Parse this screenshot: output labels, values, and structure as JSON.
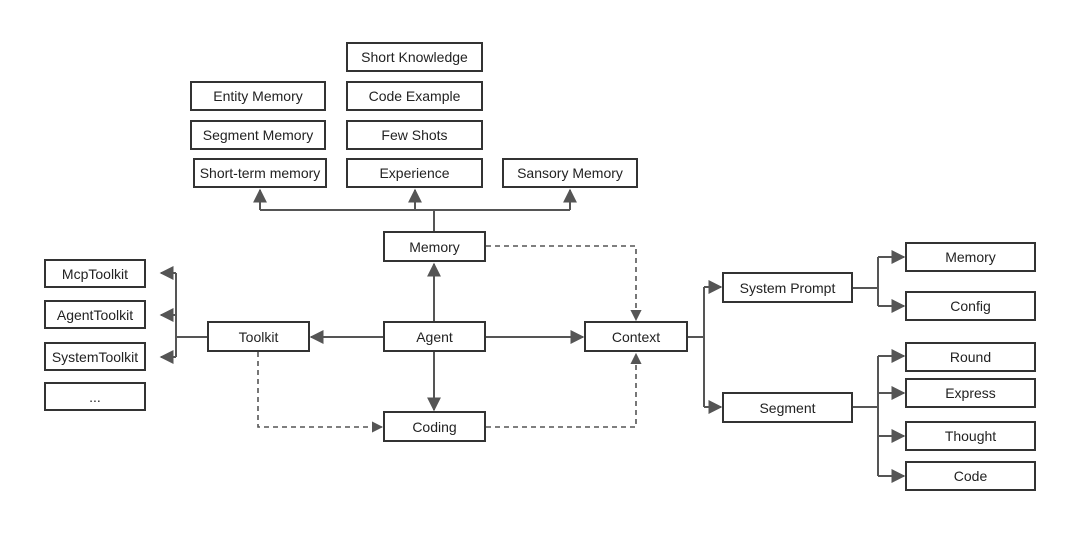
{
  "nodes": {
    "short_knowledge": "Short Knowledge",
    "code_example": "Code Example",
    "few_shots": "Few Shots",
    "experience": "Experience",
    "entity_memory": "Entity Memory",
    "segment_memory": "Segment Memory",
    "short_term_memory": "Short-term memory",
    "sansory_memory": "Sansory Memory",
    "memory": "Memory",
    "agent": "Agent",
    "toolkit": "Toolkit",
    "coding": "Coding",
    "context": "Context",
    "mcp_toolkit": "McpToolkit",
    "agent_toolkit": "AgentToolkit",
    "system_toolkit": "SystemToolkit",
    "toolkit_more": "...",
    "system_prompt": "System Prompt",
    "segment": "Segment",
    "sp_memory": "Memory",
    "sp_config": "Config",
    "seg_round": "Round",
    "seg_express": "Express",
    "seg_thought": "Thought",
    "seg_code": "Code"
  },
  "colors": {
    "line": "#555555",
    "border": "#333333"
  }
}
